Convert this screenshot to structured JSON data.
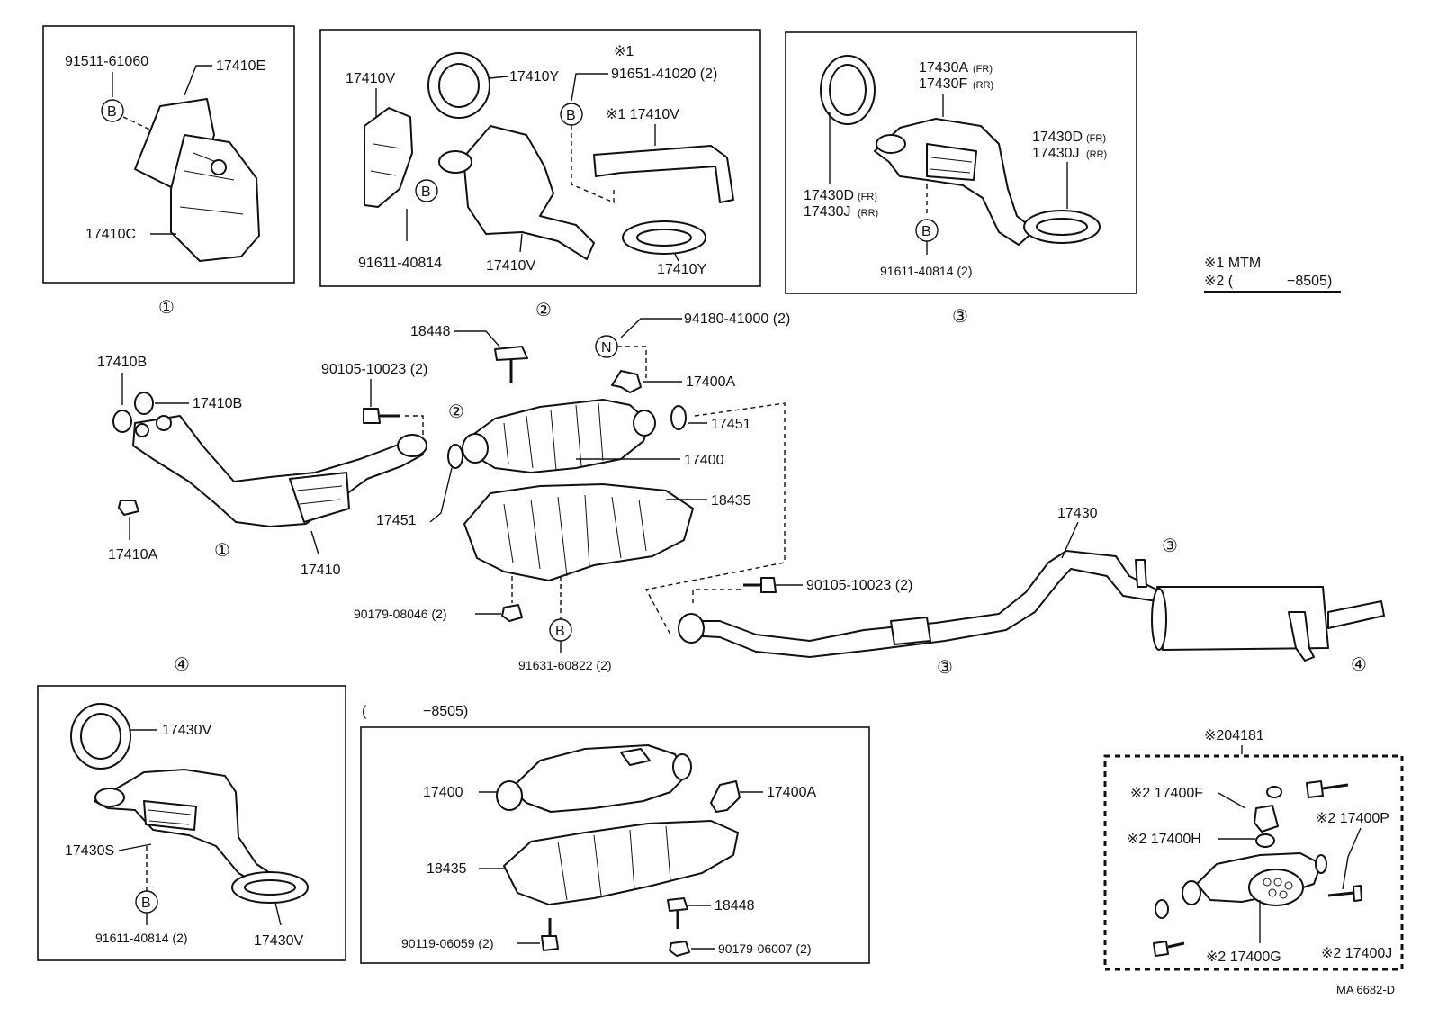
{
  "box1": {
    "circle_num": "①",
    "label_91511": "91511-61060",
    "label_17410E": "17410E",
    "label_17410C": "17410C",
    "bolt_letter": "B"
  },
  "box2": {
    "circle_num": "②",
    "label_17410V_a": "17410V",
    "label_17410Y_a": "17410Y",
    "note_mark": "※1",
    "label_91651": "91651-41020 (2)",
    "bolt_letter_a": "B",
    "label_17410V_b": "※1 17410V",
    "bolt_letter_b": "B",
    "label_91611": "91611-40814",
    "label_17410V_c": "17410V",
    "label_17410Y_b": "17410Y"
  },
  "box3": {
    "circle_num": "③",
    "label_17430A": "17430A",
    "label_17430A_sfx": "(FR)",
    "label_17430F": "17430F",
    "label_17430F_sfx": "(RR)",
    "label_17430D_r": "17430D",
    "label_17430D_r_sfx": "(FR)",
    "label_17430J_r": "17430J",
    "label_17430J_r_sfx": "(RR)",
    "label_17430D_l": "17430D",
    "label_17430D_l_sfx": "(FR)",
    "label_17430J_l": "17430J",
    "label_17430J_l_sfx": "(RR)",
    "bolt_letter": "B",
    "label_91611": "91611-40814 (2)"
  },
  "notes": {
    "note1": "※1 MTM",
    "note2_mark": "※2 (",
    "note2_value": "−8505)"
  },
  "main": {
    "label_18448": "18448",
    "circle_2": "②",
    "label_94180": "94180-41000 (2)",
    "nut_letter": "N",
    "label_17410B_a": "17410B",
    "label_17410B_b": "17410B",
    "label_90105_a": "90105-10023 (2)",
    "label_17400A": "17400A",
    "label_17451_r": "17451",
    "label_17400": "17400",
    "label_18435": "18435",
    "label_17451_l": "17451",
    "label_17410A": "17410A",
    "circle_1": "①",
    "label_17410": "17410",
    "label_17430": "17430",
    "circle_3_top": "③",
    "label_90105_b": "90105-10023 (2)",
    "label_90179": "90179-08046 (2)",
    "bolt_letter": "B",
    "label_91631": "91631-60822 (2)",
    "circle_3_bot": "③",
    "circle_4_r": "④",
    "circle_4_l": "④"
  },
  "box4": {
    "label_17430V_a": "17430V",
    "label_17430S": "17430S",
    "bolt_letter": "B",
    "label_91611": "91611-40814 (2)",
    "label_17430V_b": "17430V"
  },
  "box5": {
    "title_paren": "(",
    "title_value": "−8505)",
    "label_17400": "17400",
    "label_17400A": "17400A",
    "label_18435": "18435",
    "label_18448": "18448",
    "label_90119": "90119-06059 (2)",
    "label_90179": "90179-06007 (2)"
  },
  "box6": {
    "title": "※204181",
    "label_17400F": "※2 17400F",
    "label_17400P": "※2 17400P",
    "label_17400H": "※2 17400H",
    "label_17400G": "※2 17400G",
    "label_17400J": "※2 17400J"
  },
  "code": "MA  6682-D"
}
